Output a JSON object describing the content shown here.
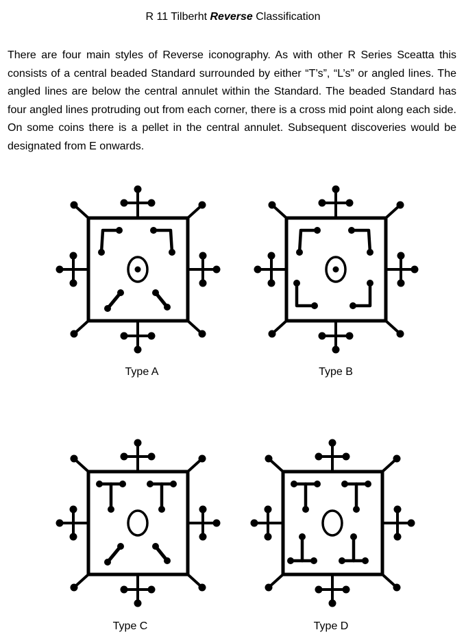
{
  "document": {
    "title_prefix": "R 11 Tilberht ",
    "title_emphasis": "Reverse",
    "title_suffix": " Classification",
    "intro_text": "There are four main styles of Reverse iconography. As with other R Series Sceatta this consists of a central beaded Standard surrounded by either “T’s”, “L’s” or angled lines. The angled lines are below the central annulet within the Standard. The beaded Standard has four angled lines protruding out from each corner, there is a cross mid point along each side. On some coins there is a pellet in the central annulet. Subsequent discoveries would be designated from E onwards."
  },
  "types": [
    {
      "caption": "Type A",
      "upper": "L",
      "lower": "angled",
      "pellet": true
    },
    {
      "caption": "Type B",
      "upper": "L",
      "lower": "L",
      "pellet": true
    },
    {
      "caption": "Type C",
      "upper": "T",
      "lower": "angled",
      "pellet": false
    },
    {
      "caption": "Type D",
      "upper": "T",
      "lower": "T",
      "pellet": false
    }
  ],
  "colors": {
    "ink": "#000000",
    "paper": "#ffffff"
  }
}
